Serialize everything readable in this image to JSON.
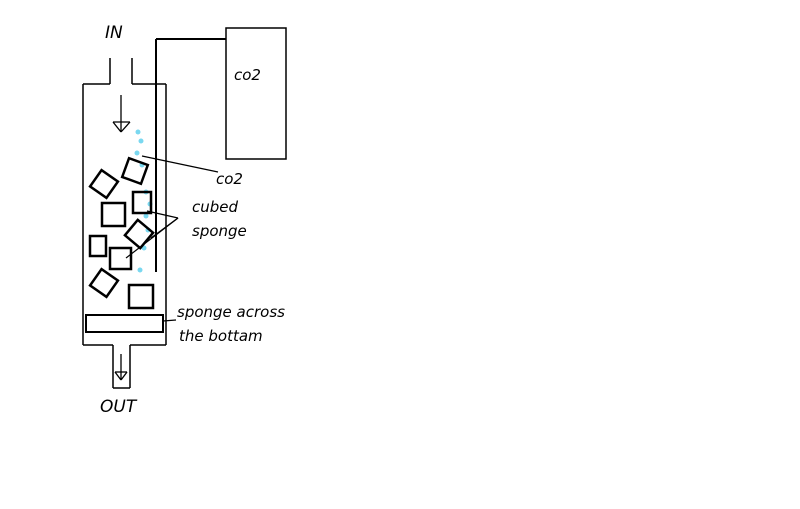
{
  "labels": {
    "in": "IN",
    "out": "OUT",
    "tank": "co2",
    "co2_callout": "co2",
    "cubed_line1": "cubed",
    "cubed_line2": "sponge",
    "bottom_line1": "sponge across",
    "bottom_line2": "the bottam"
  },
  "colors": {
    "line": "#000000",
    "bubble": "#7ad8f0",
    "background": "#ffffff"
  }
}
